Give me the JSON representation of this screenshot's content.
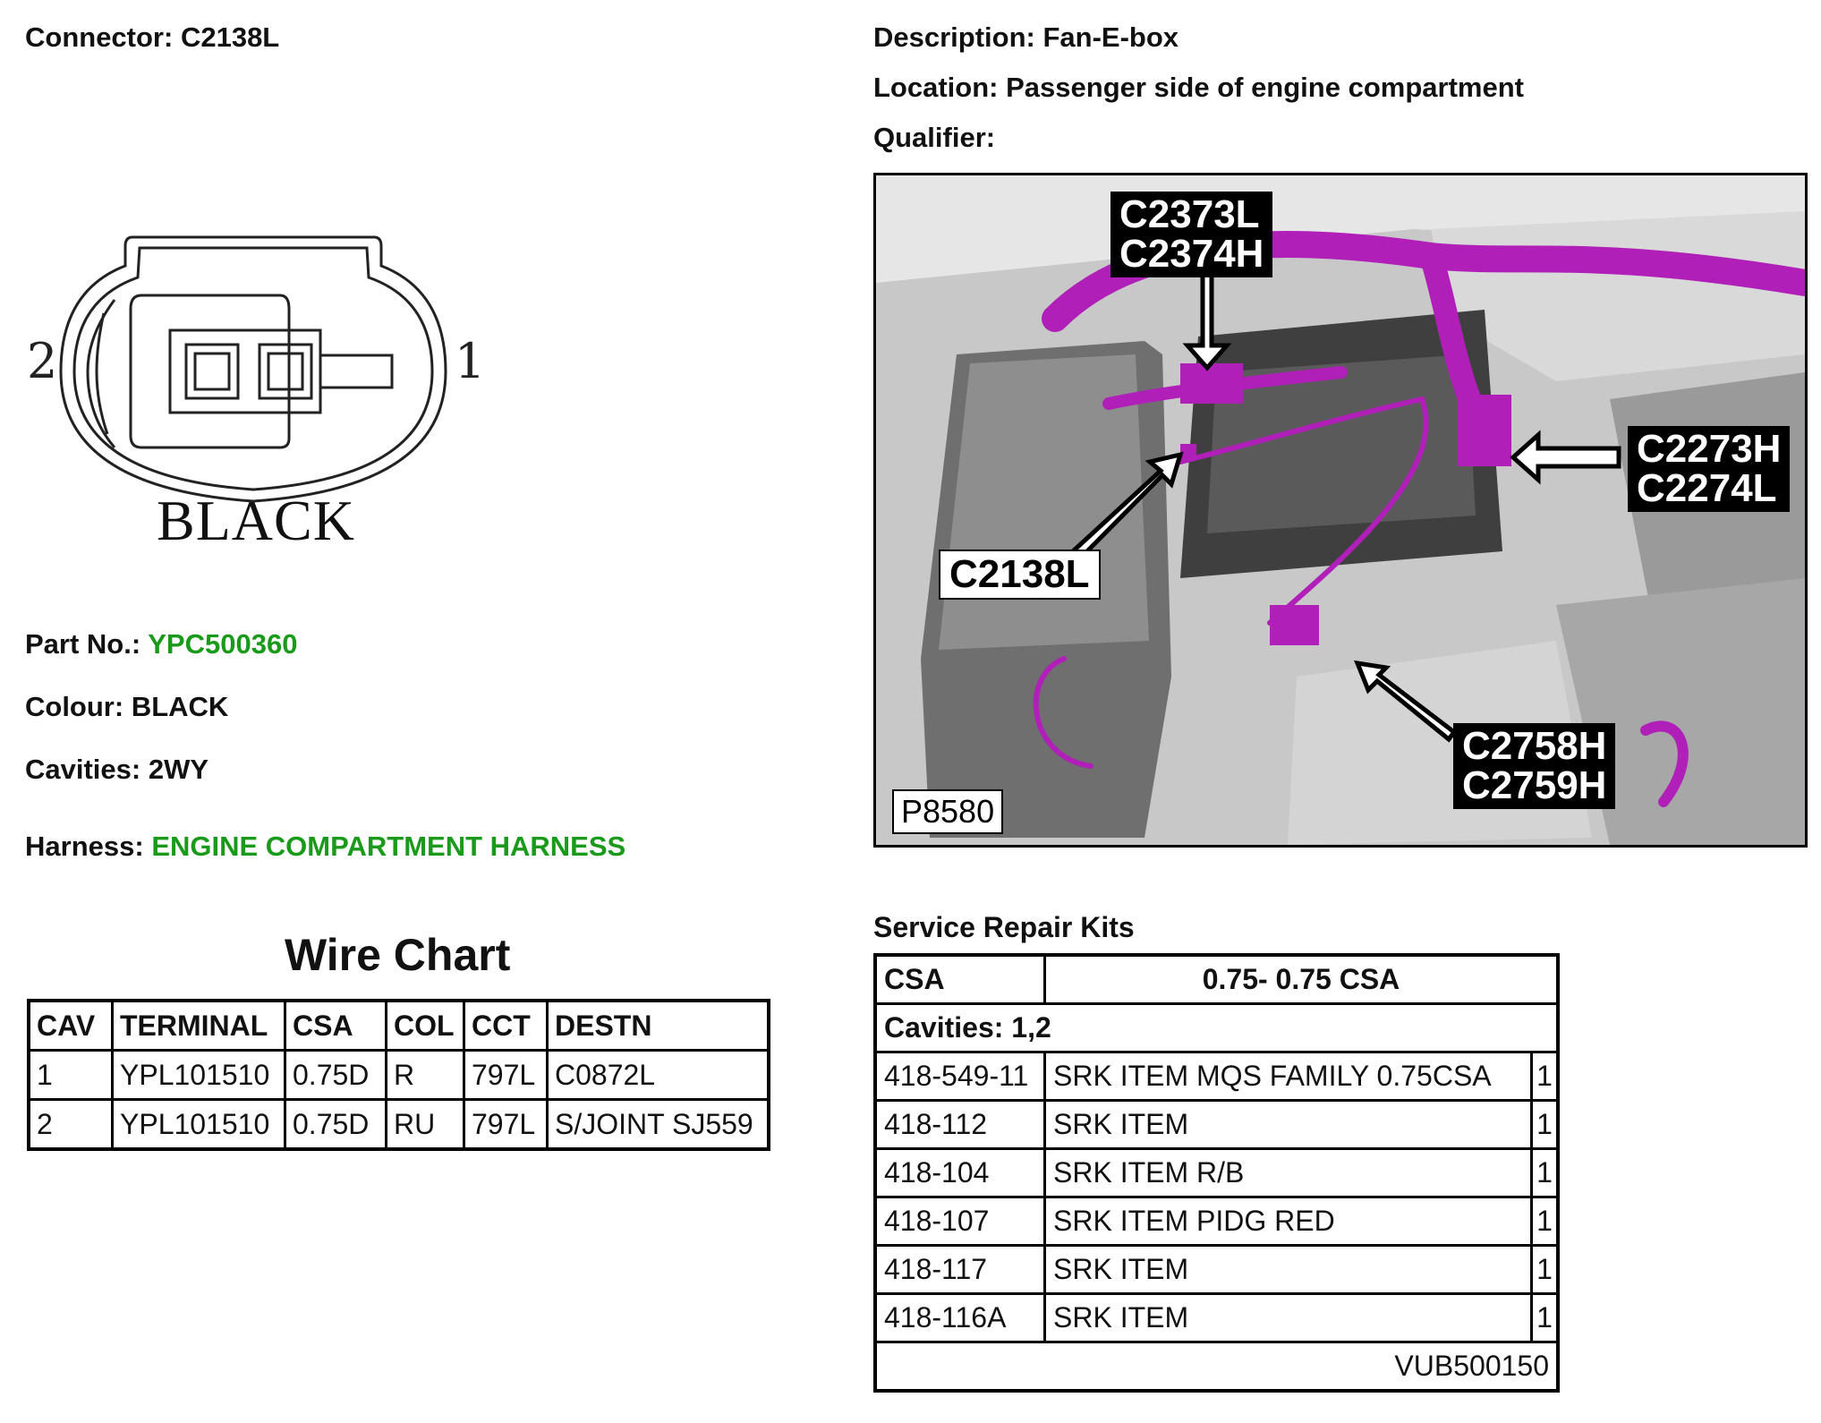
{
  "connector": {
    "label": "Connector:",
    "value": "C2138L"
  },
  "description": {
    "label": "Description:",
    "value": "Fan-E-box"
  },
  "location": {
    "label": "Location:",
    "value": "Passenger side of engine compartment"
  },
  "qualifier": {
    "label": "Qualifier:",
    "value": ""
  },
  "diagram": {
    "pin_left": "2",
    "pin_right": "1",
    "colour_caption": "BLACK"
  },
  "part_no": {
    "label": "Part No.:",
    "value": "YPC500360"
  },
  "colour": {
    "label": "Colour:",
    "value": "BLACK"
  },
  "cavities": {
    "label": "Cavities:",
    "value": "2WY"
  },
  "harness": {
    "label": "Harness:",
    "value": "ENGINE COMPARTMENT HARNESS"
  },
  "link_color": "#1a9a1a",
  "photo": {
    "callouts": [
      "C2373L\nC2374H",
      "C2273H\nC2274L",
      "C2138L",
      "C2758H\nC2759H"
    ],
    "photo_id": "P8580",
    "harness_color": "#b01fb8"
  },
  "wire_chart": {
    "title": "Wire Chart",
    "headers": [
      "CAV",
      "TERMINAL",
      "CSA",
      "COL",
      "CCT",
      "DESTN"
    ],
    "rows": [
      [
        "1",
        "YPL101510",
        "0.75D",
        "R",
        "797L",
        "C0872L"
      ],
      [
        "2",
        "YPL101510",
        "0.75D",
        "RU",
        "797L",
        "S/JOINT SJ559"
      ]
    ]
  },
  "service_repair_kits": {
    "title": "Service Repair Kits",
    "csa_label": "CSA",
    "csa_value": "0.75- 0.75 CSA",
    "cavities": "Cavities: 1,2",
    "items": [
      [
        "418-549-11",
        "SRK ITEM MQS FAMILY 0.75CSA",
        "1"
      ],
      [
        "418-112",
        "SRK ITEM",
        "1"
      ],
      [
        "418-104",
        "SRK ITEM R/B",
        "1"
      ],
      [
        "418-107",
        "SRK ITEM PIDG RED",
        "1"
      ],
      [
        "418-117",
        "SRK ITEM",
        "1"
      ],
      [
        "418-116A",
        "SRK ITEM",
        "1"
      ]
    ],
    "footer": "VUB500150"
  }
}
